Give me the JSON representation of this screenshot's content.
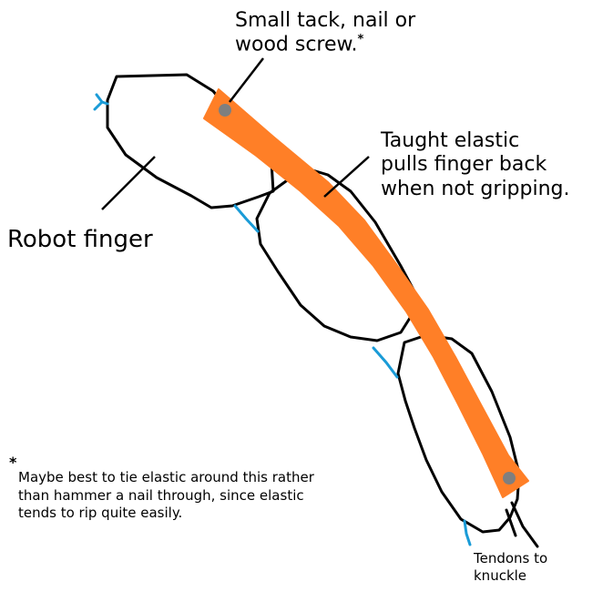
{
  "labels": {
    "tack_line1": "Small tack, nail or",
    "tack_line2": "wood screw.",
    "tack_star": "*",
    "elastic_line1": "Taught elastic",
    "elastic_line2": "pulls finger back",
    "elastic_line3": "when not gripping.",
    "finger": "Robot finger",
    "note_star": "*",
    "note_line1": "Maybe best to tie elastic around this rather",
    "note_line2": "than hammer a nail through, since elastic",
    "note_line3": "tends to rip quite easily.",
    "tendons_line1": "Tendons to",
    "tendons_line2": "knuckle"
  },
  "colors": {
    "outline": "#000000",
    "elastic": "#ff7f27",
    "tendon": "#1a9bd7",
    "tack": "#7f7f7f"
  }
}
